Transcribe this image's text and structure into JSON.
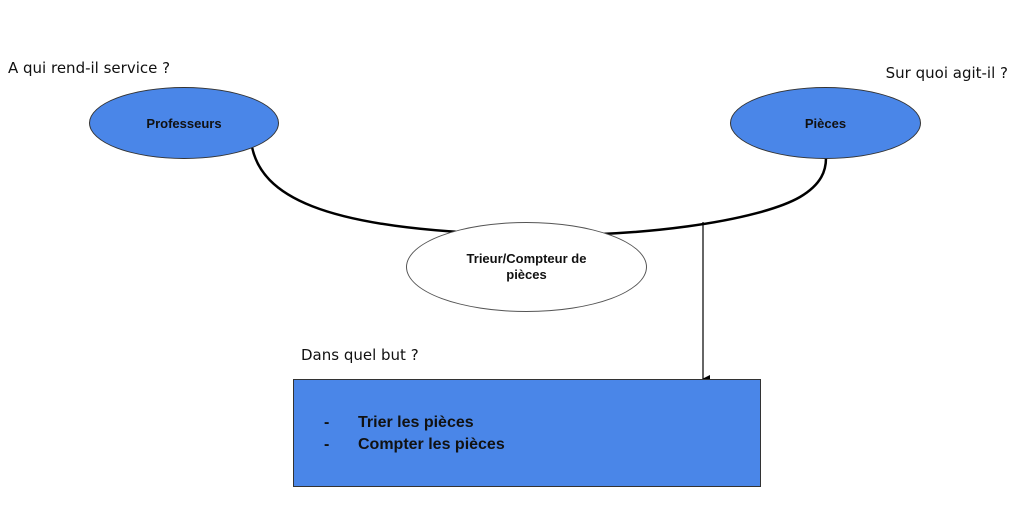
{
  "questions": {
    "served": "A qui rend-il service ?",
    "acts_on": "Sur quoi agit-il ?",
    "purpose": "Dans quel but ?"
  },
  "nodes": {
    "professeurs": "Professeurs",
    "pieces": "Pièces",
    "system": "Trieur/Compteur de pièces"
  },
  "goals": {
    "bullet": "-",
    "items": [
      "Trier les pièces",
      "Compter les pièces"
    ]
  },
  "colors": {
    "node_fill": "#4a86e8",
    "line": "#000000"
  }
}
